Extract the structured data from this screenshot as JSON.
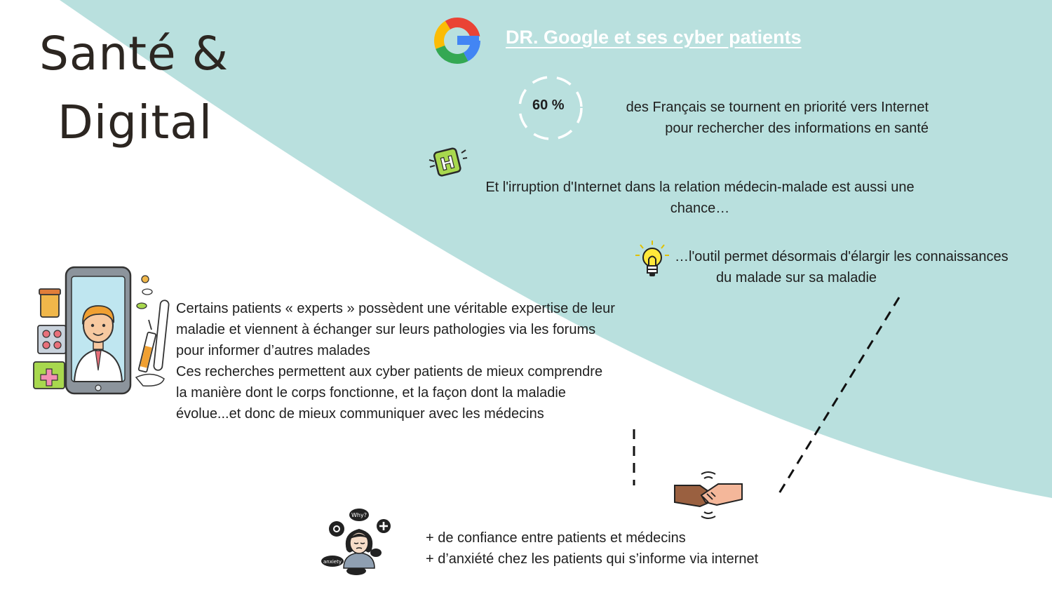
{
  "slide": {
    "title_line1": "Santé &",
    "title_line2": "Digital",
    "heading": "DR. Google et ses cyber patients",
    "stat": {
      "value": "60 %",
      "line1": "des Français se tournent en priorité vers Internet",
      "line2": "pour rechercher des informations en santé"
    },
    "irruption": {
      "line1": "Et l'irruption d'Internet dans la relation médecin-malade est aussi une",
      "line2": "chance…"
    },
    "tool": {
      "line1": "…l'outil permet désormais d'élargir les connaissances",
      "line2": "du malade sur sa maladie"
    },
    "experts": {
      "line1": "Certains patients « experts » possèdent une véritable expertise de leur",
      "line2": "maladie et viennent à échanger sur leurs pathologies via les forums",
      "line3": "pour informer d’autres malades",
      "line4": "Ces recherches permettent aux cyber patients de mieux comprendre",
      "line5": "la manière dont le corps fonctionne, et la façon dont la maladie",
      "line6": "évolue...et donc de mieux communiquer avec les médecins"
    },
    "outcomes": {
      "line1": "+ de confiance entre patients et médecins",
      "line2": "+ d’anxiété chez les patients qui s’informe via internet"
    },
    "icon_labels": {
      "hospital_letter": "H",
      "why_bubble": "Why?",
      "anxiety_bubble": "anxiety"
    }
  },
  "colors": {
    "teal_background": "#b9e0de",
    "title_text": "#2c2621",
    "heading_text": "#ffffff",
    "body_text": "#1f1f1f",
    "google_blue": "#4285F4",
    "google_red": "#EA4335",
    "google_yellow": "#FBBC05",
    "google_green": "#34A853",
    "hospital_green": "#a8d84e",
    "bulb_yellow": "#ffe83a"
  },
  "icons": [
    "google-icon",
    "hospital-h-icon",
    "lightbulb-icon",
    "doctor-phone-icon",
    "handshake-icon",
    "anxious-person-icon"
  ]
}
